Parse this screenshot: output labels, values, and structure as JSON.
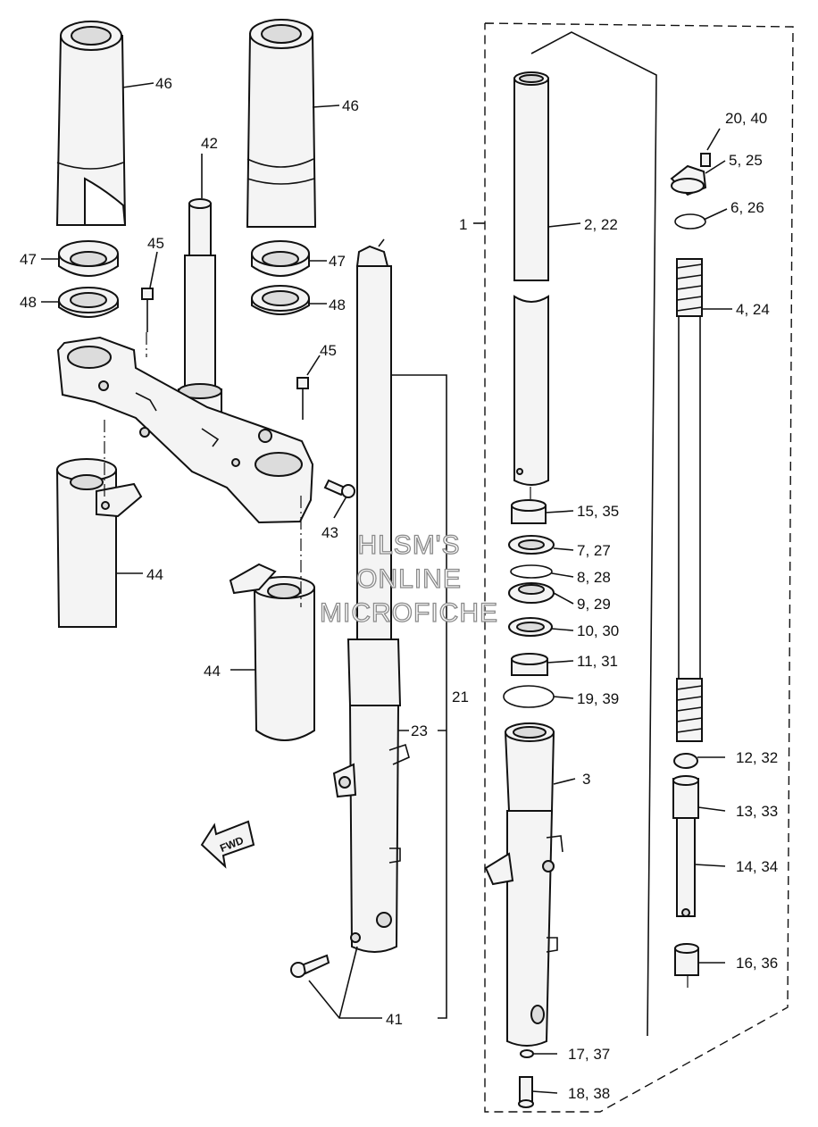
{
  "callouts": {
    "c46a": "46",
    "c46b": "46",
    "c42": "42",
    "c47a": "47",
    "c47b": "47",
    "c48a": "48",
    "c48b": "48",
    "c45a": "45",
    "c45b": "45",
    "c43": "43",
    "c44a": "44",
    "c44b": "44",
    "c1": "1",
    "c2_22": "2, 22",
    "c20_40": "20, 40",
    "c5_25": "5, 25",
    "c6_26": "6, 26",
    "c4_24": "4, 24",
    "c15_35": "15, 35",
    "c7_27": "7, 27",
    "c8_28": "8, 28",
    "c9_29": "9, 29",
    "c10_30": "10, 30",
    "c11_31": "11, 31",
    "c19_39": "19, 39",
    "c21": "21",
    "c23": "23",
    "c3": "3",
    "c12_32": "12, 32",
    "c13_33": "13, 33",
    "c14_34": "14, 34",
    "c16_36": "16, 36",
    "c41": "41",
    "c17_37": "17, 37",
    "c18_38": "18, 38"
  },
  "fwd_label": "FWD",
  "watermark": {
    "line1": "HLSM'S",
    "line2": "ONLINE",
    "line3": "MICROFICHE"
  }
}
